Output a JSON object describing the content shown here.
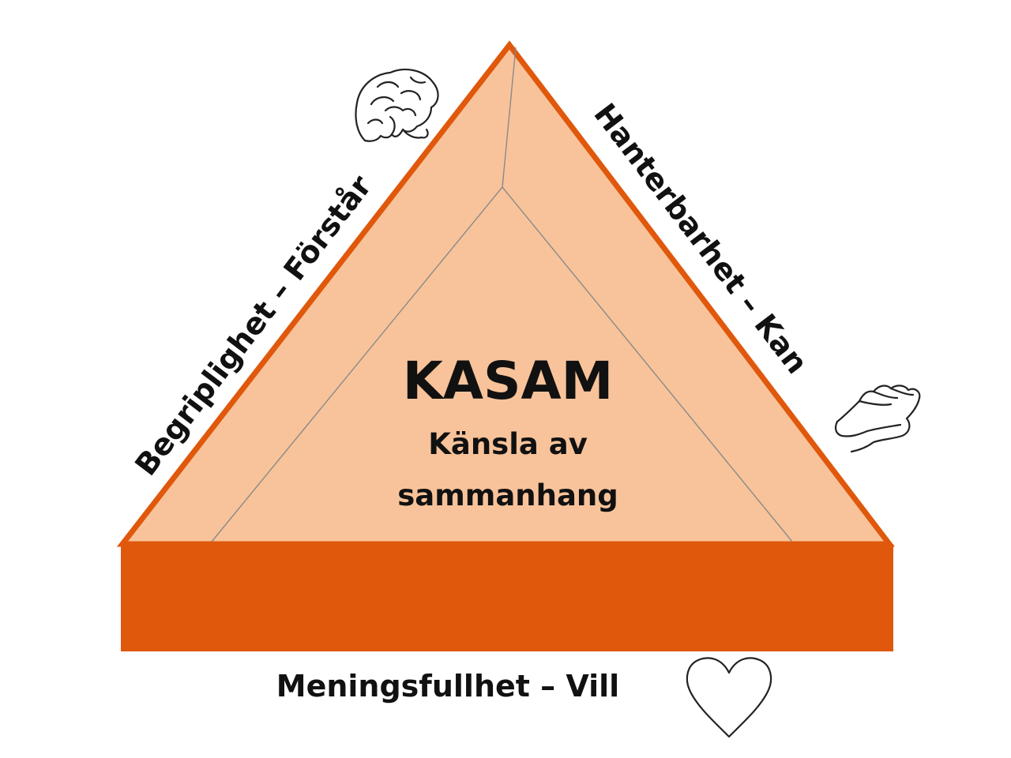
{
  "diagram": {
    "center": {
      "title": "KASAM",
      "subtitle_line1": "Känsla av",
      "subtitle_line2": "sammanhang"
    },
    "sides": {
      "left": "Begriplighet – Förstår",
      "right": "Hanterbarhet – Kan",
      "bottom": "Meningsfullhet – Vill"
    },
    "icons": {
      "left": "brain-icon",
      "right": "hand-icon",
      "bottom": "heart-icon"
    },
    "colors": {
      "fill": "#F8C39A",
      "accent": "#E0580C",
      "inner_lines": "#8A8A8A"
    }
  }
}
